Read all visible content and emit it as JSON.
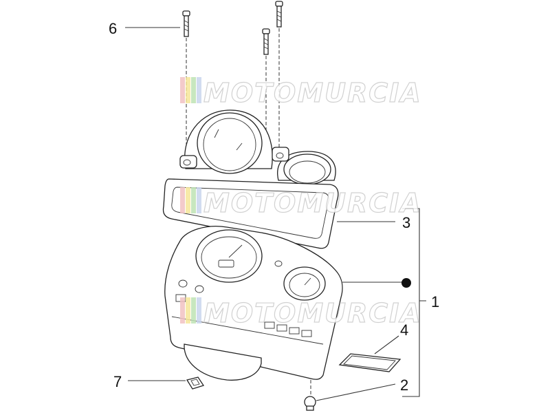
{
  "watermark": {
    "text": "MOTOMURCIA",
    "stripe_colors": [
      "#f2c2c2",
      "#f6e79a",
      "#bfe3b5",
      "#c9d6ee"
    ]
  },
  "callouts": [
    {
      "id": "1",
      "label": "1"
    },
    {
      "id": "2",
      "label": "2"
    },
    {
      "id": "3",
      "label": "3"
    },
    {
      "id": "4",
      "label": "4"
    },
    {
      "id": "6",
      "label": "6"
    },
    {
      "id": "7",
      "label": "7"
    }
  ]
}
